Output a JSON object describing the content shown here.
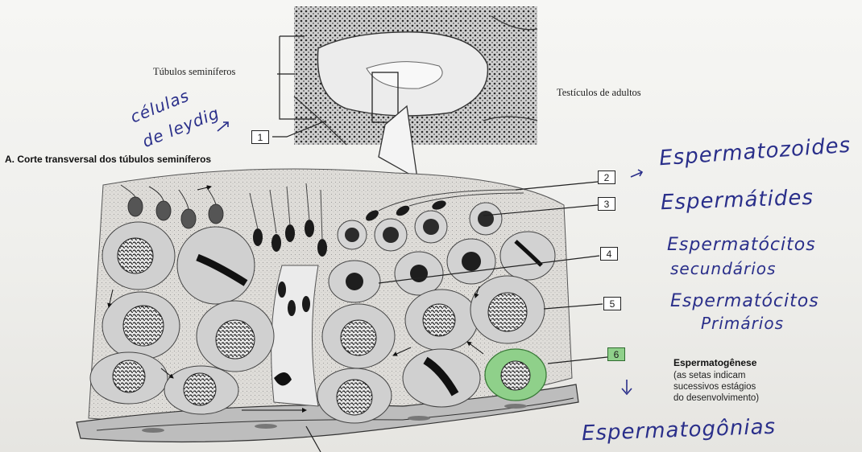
{
  "figure": {
    "labels": {
      "tubules": "Túbulos seminíferos",
      "testes": "Testículos de adultos",
      "section_title": "A. Corte transversal dos túbulos seminíferos"
    },
    "callouts": [
      "1",
      "2",
      "3",
      "4",
      "5",
      "6"
    ],
    "highlight_color": "#8fd08a",
    "legend": {
      "title": "Espermatogênese",
      "note": "(as setas indicam\nsucessivos estágios\ndo desenvolvimento)"
    }
  },
  "handwriting": {
    "ink_color": "#2a2f8a",
    "leydig_line1": "células",
    "leydig_line2": "de leydig",
    "label_2": "Espermatozoides",
    "label_3": "Espermátides",
    "label_4_line1": "Espermatócitos",
    "label_4_line2": "secundários",
    "label_5_line1": "Espermatócitos",
    "label_5_line2": "Primários",
    "label_6": "Espermatogônias"
  }
}
